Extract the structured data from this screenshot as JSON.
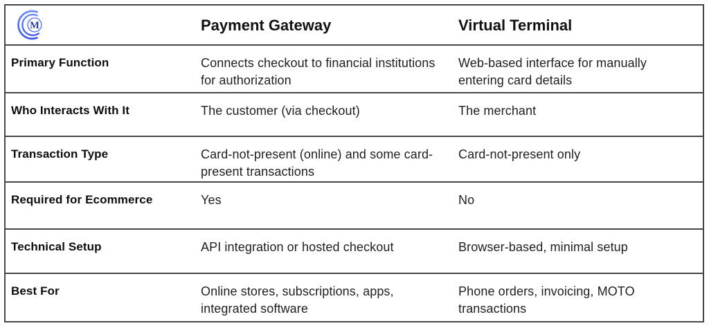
{
  "logo": {
    "letter": "M",
    "description": "blue concentric-arcs monogram"
  },
  "colors": {
    "brand_blue": "#4c6ef5",
    "brand_blue_light": "#6d8cfa",
    "brand_blue_dark": "#4059e6",
    "brand_navy": "#2c3da0",
    "border": "#454545",
    "text": "#1f1f1f"
  },
  "table": {
    "header": {
      "col2": "Payment Gateway",
      "col3": "Virtual Terminal"
    },
    "rows": [
      {
        "label": "Primary Function",
        "payment_gateway": "Connects checkout to financial institutions for authorization",
        "virtual_terminal": "Web-based interface for manually entering card details"
      },
      {
        "label": "Who Interacts With It",
        "payment_gateway": "The customer (via checkout)",
        "virtual_terminal": "The merchant"
      },
      {
        "label": "Transaction Type",
        "payment_gateway": "Card-not-present (online) and some card-present transactions",
        "virtual_terminal": "Card-not-present only"
      },
      {
        "label": "Required for Ecommerce",
        "payment_gateway": "Yes",
        "virtual_terminal": "No"
      },
      {
        "label": "Technical Setup",
        "payment_gateway": "API integration or hosted checkout",
        "virtual_terminal": "Browser-based, minimal setup"
      },
      {
        "label": "Best For",
        "payment_gateway": "Online stores, subscriptions, apps, integrated software",
        "virtual_terminal": "Phone orders, invoicing, MOTO transactions"
      }
    ]
  }
}
